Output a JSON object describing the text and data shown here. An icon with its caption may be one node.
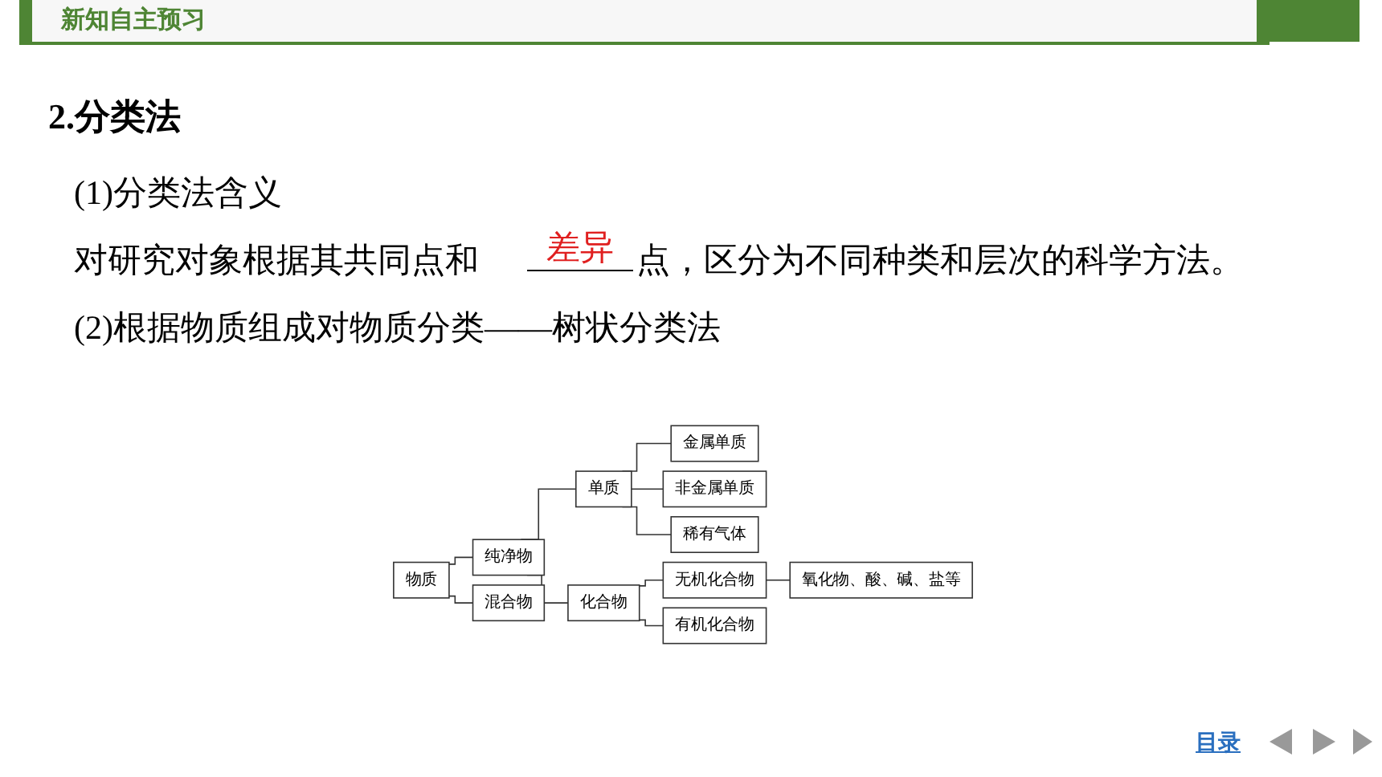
{
  "diagram": {
    "nodes": [
      {
        "text": [
          "物质"
        ]
      },
      {
        "text": [
          "纯净物"
        ]
      },
      {
        "text": [
          "混合物"
        ]
      },
      {
        "text": [
          "单质"
        ]
      },
      {
        "text": [
          "化合物"
        ]
      },
      {
        "text": [
          "金属单质"
        ]
      },
      {
        "text": [
          "非金属单质"
        ]
      },
      {
        "text": [
          "稀有气体"
        ]
      },
      {
        "text": [
          "无机化合物"
        ]
      },
      {
        "text": [
          "有机化合物"
        ]
      },
      {
        "text": [
          "氧化物、酸、碱、盐等"
        ]
      }
    ],
    "edges": [
      {
        "from": 0,
        "to": 1,
        "arrow": "none"
      },
      {
        "from": 0,
        "to": 2,
        "arrow": "none"
      },
      {
        "from": 1,
        "to": 3,
        "arrow": "none"
      },
      {
        "from": 1,
        "to": 4,
        "arrow": "none"
      },
      {
        "from": 3,
        "to": 5,
        "arrow": "none"
      },
      {
        "from": 3,
        "to": 6,
        "arrow": "none"
      },
      {
        "from": 3,
        "to": 7,
        "arrow": "none"
      },
      {
        "from": 4,
        "to": 8,
        "arrow": "none"
      },
      {
        "from": 4,
        "to": 9,
        "arrow": "none"
      },
      {
        "from": 8,
        "to": 10,
        "arrow": "none"
      }
    ],
    "labels": [
      "新知自主预习",
      "2.分类法",
      "(1)分类法含义",
      "对研究对象根据其共同点和",
      "差异",
      "点，区分为不同种类和层次的科学方法。",
      "(2)根据物质组成对物质分类——树状分类法",
      "目录"
    ]
  }
}
